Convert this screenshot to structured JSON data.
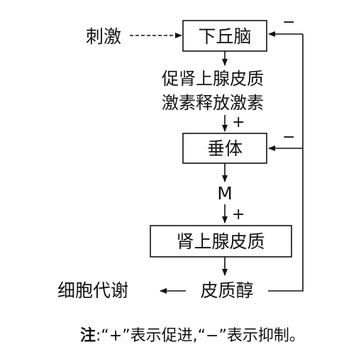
{
  "nodes": {
    "stimulus": "刺激",
    "hypothalamus": "下丘脑",
    "crh_line1": "促肾上腺皮质",
    "crh_line2": "激素释放激素",
    "pituitary": "垂体",
    "m_label": "M",
    "adrenal_cortex": "肾上腺皮质",
    "cortisol": "皮质醇",
    "cell_metabolism": "细胞代谢"
  },
  "signs": {
    "promote": "+",
    "inhibit": "−"
  },
  "note": {
    "label": "注",
    "text": ":“+”表示促进,“−”表示抑制。"
  }
}
